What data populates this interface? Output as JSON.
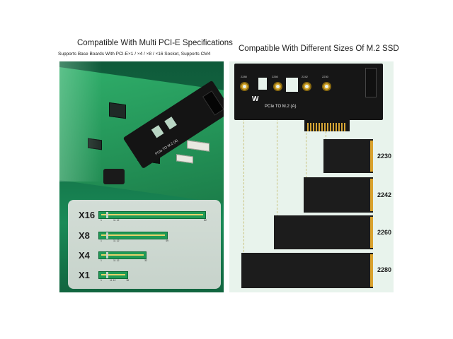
{
  "left": {
    "title": "Compatible With Multi PCI-E Specifications",
    "subtitle": "Supports Base Boards With PCI-E×1 / ×4 / ×8 / ×16 Socket, Supports CM4",
    "adapter_label": "PCIe TO M.2 (A)",
    "slots": [
      {
        "name": "X16",
        "pins": [
          "1",
          "11 12",
          "82"
        ]
      },
      {
        "name": "X8",
        "pins": [
          "1",
          "11 12",
          "49"
        ]
      },
      {
        "name": "X4",
        "pins": [
          "1",
          "11 12",
          "32"
        ]
      },
      {
        "name": "X1",
        "pins": [
          "1",
          "11 12",
          "18"
        ]
      }
    ]
  },
  "right": {
    "title": "Compatible With Different Sizes Of M.2 SSD",
    "adapter_text": "PCIe TO M.2 (A)",
    "size_marks": [
      "2280",
      "2260",
      "2242",
      "2230"
    ],
    "ssds": [
      "2230",
      "2242",
      "2260",
      "2280"
    ]
  },
  "colors": {
    "pcb_green": "#1f9a56",
    "adapter_black": "#161616",
    "gold": "#d9a22e",
    "right_bg": "#e8f3ec"
  }
}
